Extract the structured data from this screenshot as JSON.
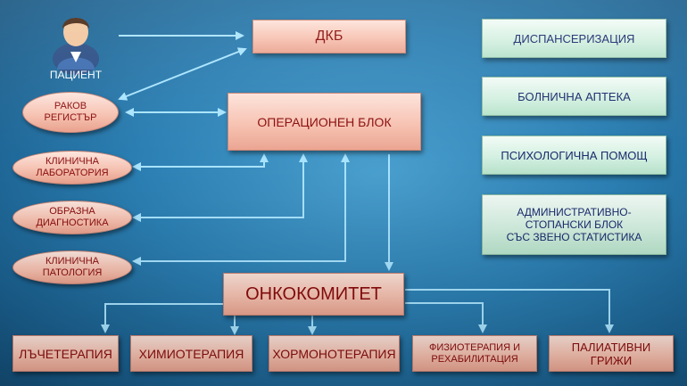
{
  "patient": {
    "label": "ПАЦИЕНТ",
    "icon": "person-icon"
  },
  "nodes": {
    "dkb": "ДКБ",
    "operating_block": "ОПЕРАЦИОНЕН БЛОК",
    "oncocommittee": "ОНКОКОМИТЕТ",
    "cancer_registry": [
      "РАКОВ",
      "РЕГИСТЪР"
    ],
    "clinical_lab": [
      "КЛИНИЧНА",
      "ЛАБОРАТОРИЯ"
    ],
    "imaging": [
      "ОБРАЗНА",
      "ДИАГНОСТИКА"
    ],
    "clinical_pathology": [
      "КЛИНИЧНА",
      "ПАТОЛОГИЯ"
    ]
  },
  "services": [
    "ДИСПАНСЕРИЗАЦИЯ",
    "БОЛНИЧНА АПТЕКА",
    "ПСИХОЛОГИЧНА ПОМОЩ",
    [
      "АДМИНИСТРАТИВНО-",
      "СТОПАНСКИ БЛОК",
      "СЪС ЗВЕНО  СТАТИСТИКА"
    ]
  ],
  "therapies": [
    "ЛЪЧЕТЕРАПИЯ",
    "ХИМИОТЕРАПИЯ",
    "ХОРМОНОТЕРАПИЯ",
    [
      "ФИЗИОТЕРАПИЯ И",
      "РЕХАБИЛИТАЦИЯ"
    ],
    [
      "ПАЛИАТИВНИ",
      "ГРИЖИ"
    ]
  ],
  "colors": {
    "arrow": "#a9e4ff",
    "box_text": "#8a0c0c",
    "service_text": "#1a2a6e"
  }
}
